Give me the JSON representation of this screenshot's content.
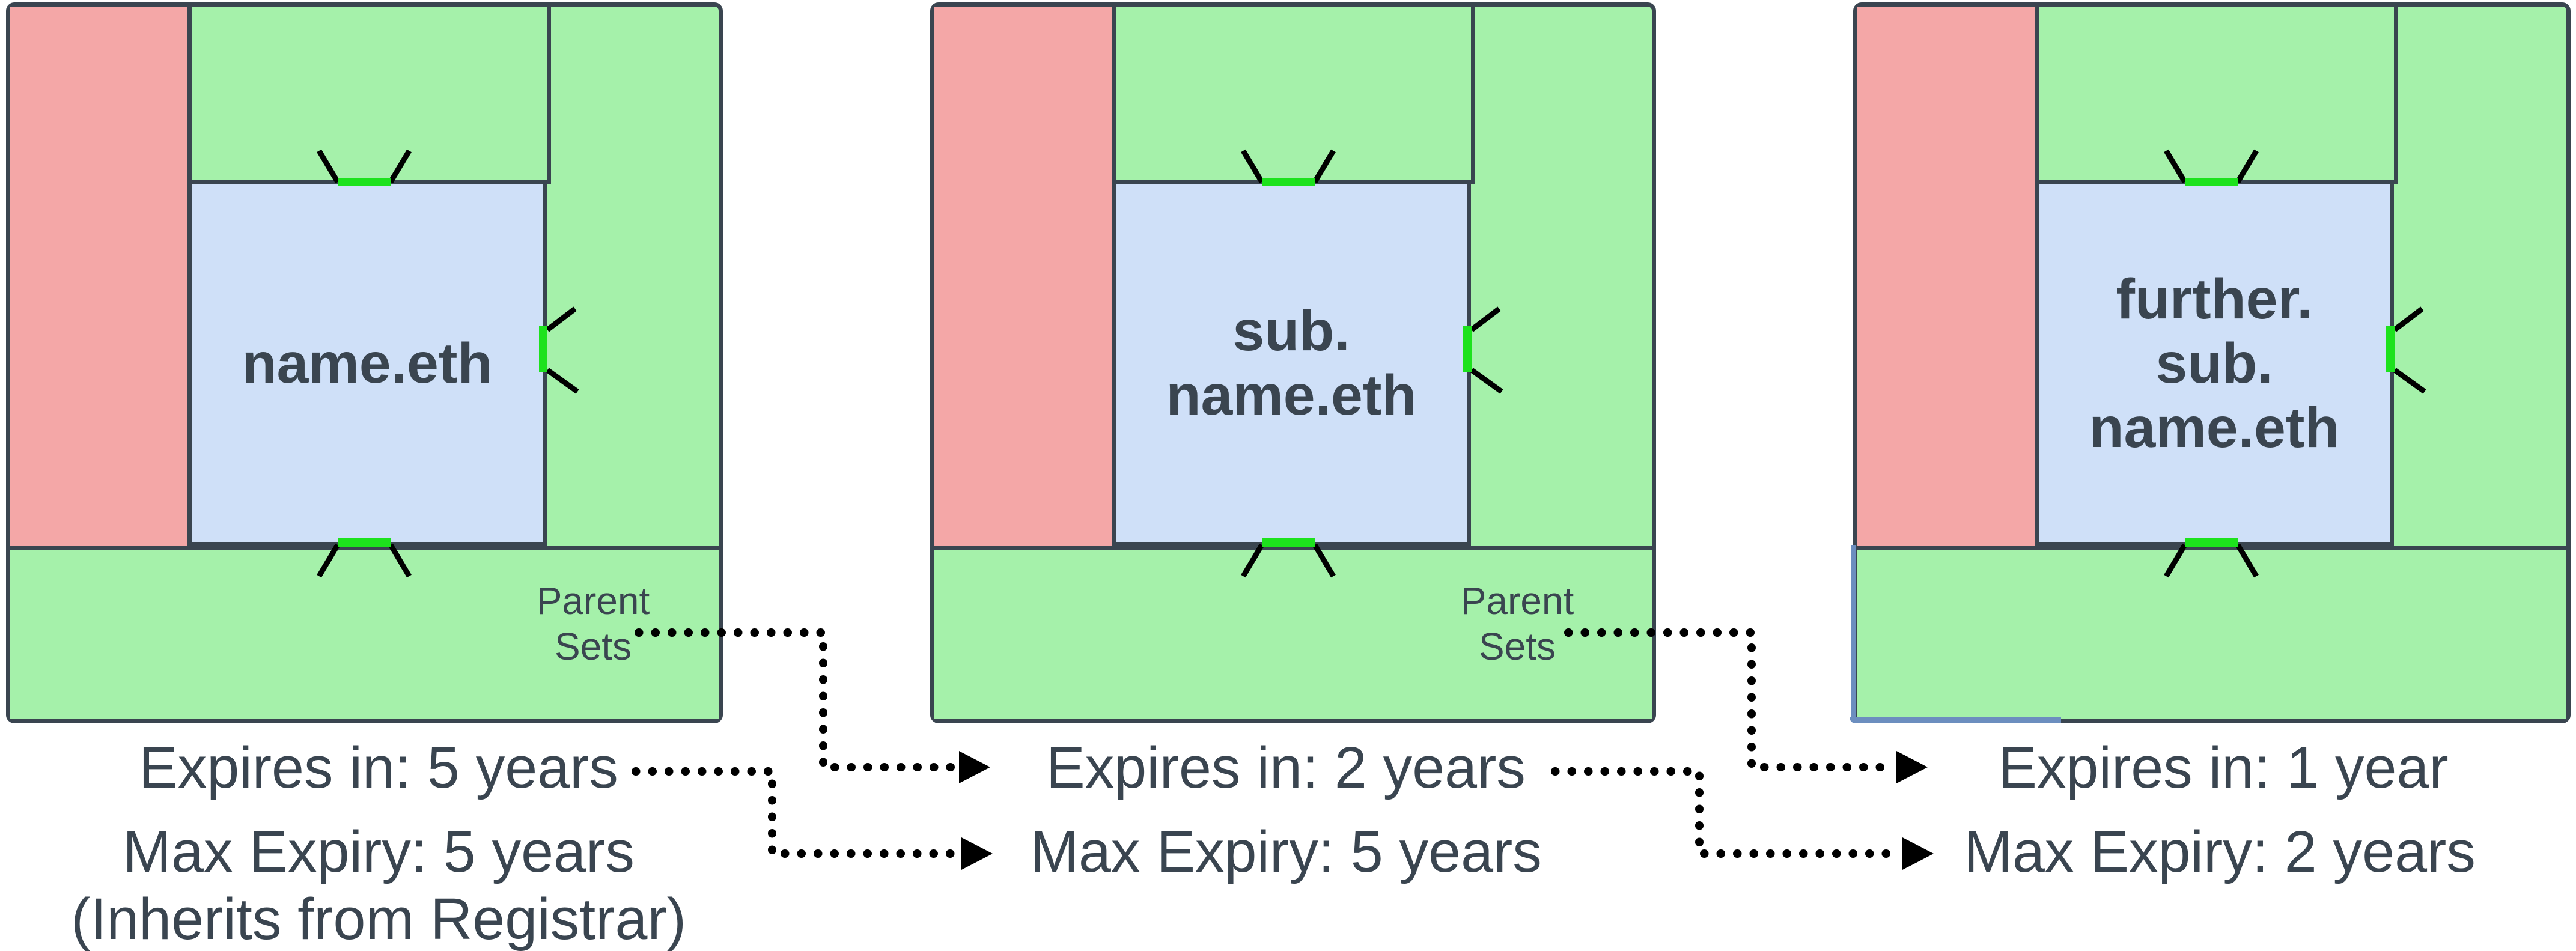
{
  "colors": {
    "panel_green": "#a5f1aa",
    "panel_red": "#f4a7a7",
    "panel_blue": "#cfe0f8",
    "segment_green": "#1de21d",
    "accent_blue": "#6c8ebf",
    "ink": "#3a4550",
    "connector_black": "#000000"
  },
  "diagrams": [
    {
      "id": "name-eth",
      "name_lines": [
        "name.eth"
      ],
      "parent_sets": {
        "line1": "Parent",
        "line2": "Sets"
      },
      "expires": "Expires in: 5 years",
      "max_expiry": "Max Expiry: 5 years",
      "note": "(Inherits from Registrar)"
    },
    {
      "id": "sub-name-eth",
      "name_lines": [
        "sub.",
        "name.eth"
      ],
      "parent_sets": {
        "line1": "Parent",
        "line2": "Sets"
      },
      "expires": "Expires in: 2 years",
      "max_expiry": "Max Expiry: 5 years"
    },
    {
      "id": "further-sub-name-eth",
      "name_lines": [
        "further.",
        "sub.",
        "name.eth"
      ],
      "expires": "Expires in: 1 year",
      "max_expiry": "Max Expiry: 2 years"
    }
  ]
}
